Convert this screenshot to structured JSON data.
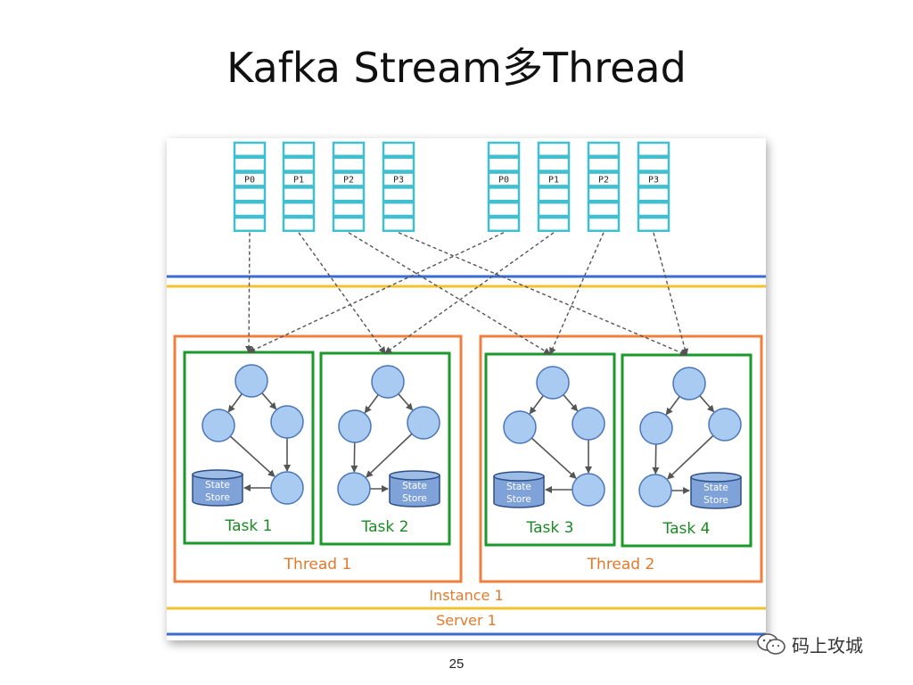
{
  "title": "Kafka Stream多Thread",
  "page_number": "25",
  "watermark": {
    "icon": "wechat-icon",
    "text": "码上攻城"
  },
  "colors": {
    "partition": "#40bfd0",
    "server_line": "#3a6bd1",
    "instance_line": "#f2c12e",
    "thread_border": "#f07f3c",
    "task_border": "#1a9a2a",
    "node_fill": "#a9cbf2",
    "node_stroke": "#4a76b8",
    "store_fill": "#7fa3d8",
    "label_text": "#e07a2c",
    "task_text": "#1a8a24",
    "arrow": "#555555"
  },
  "diagram": {
    "partitions": [
      {
        "label": "P0"
      },
      {
        "label": "P1"
      },
      {
        "label": "P2"
      },
      {
        "label": "P3"
      },
      {
        "label": "P0"
      },
      {
        "label": "P1"
      },
      {
        "label": "P2"
      },
      {
        "label": "P3"
      }
    ],
    "threads": [
      {
        "label": "Thread 1"
      },
      {
        "label": "Thread 2"
      }
    ],
    "tasks": [
      {
        "label": "Task 1",
        "store": [
          "State",
          "Store"
        ]
      },
      {
        "label": "Task 2",
        "store": [
          "State",
          "Store"
        ]
      },
      {
        "label": "Task 3",
        "store": [
          "State",
          "Store"
        ]
      },
      {
        "label": "Task 4",
        "store": [
          "State",
          "Store"
        ]
      }
    ],
    "instance_label": "Instance 1",
    "server_label": "Server 1"
  }
}
